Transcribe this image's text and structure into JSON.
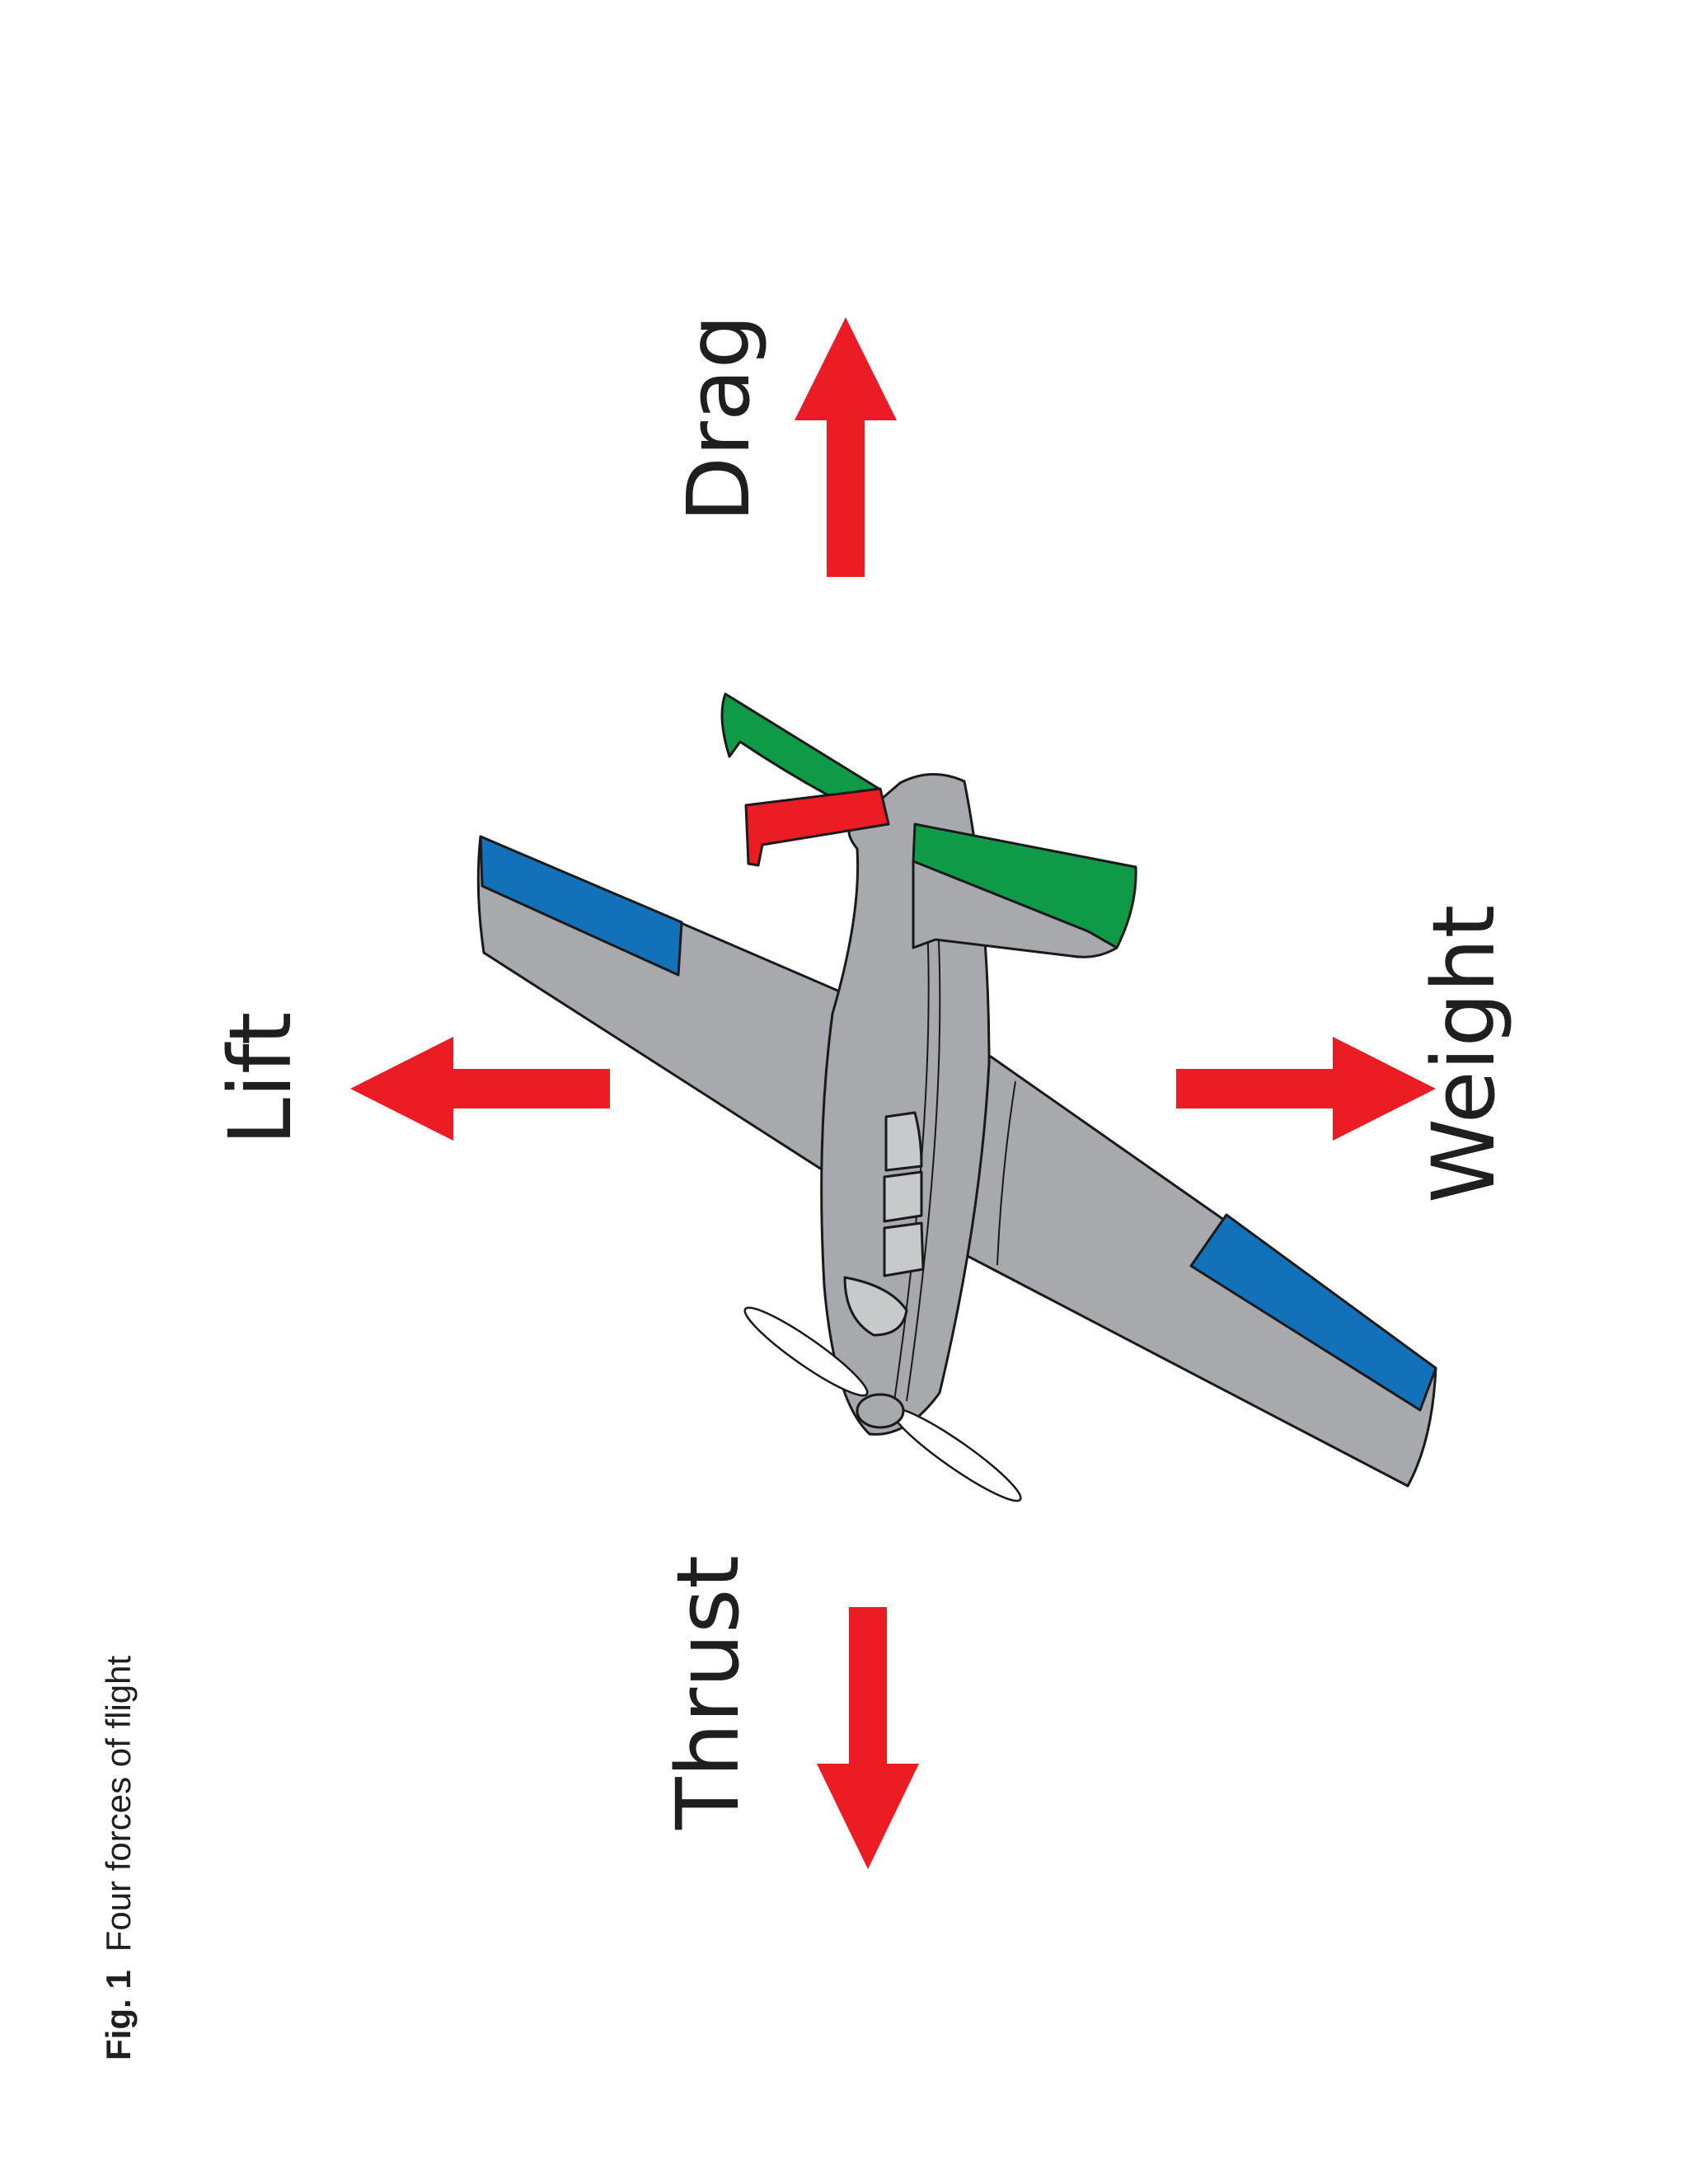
{
  "caption": {
    "number": "Fig. 1",
    "text": "Four forces of flight"
  },
  "forces": {
    "drag": "Drag",
    "lift": "Lift",
    "weight": "Weight",
    "thrust": "Thrust"
  },
  "colors": {
    "arrow": "#ec1c24",
    "fuselage": "#a7a9ac",
    "aileron": "#1271b8",
    "elevator": "#0f9a47",
    "rudder": "#ec1c24",
    "outline": "#1a1a1a"
  }
}
